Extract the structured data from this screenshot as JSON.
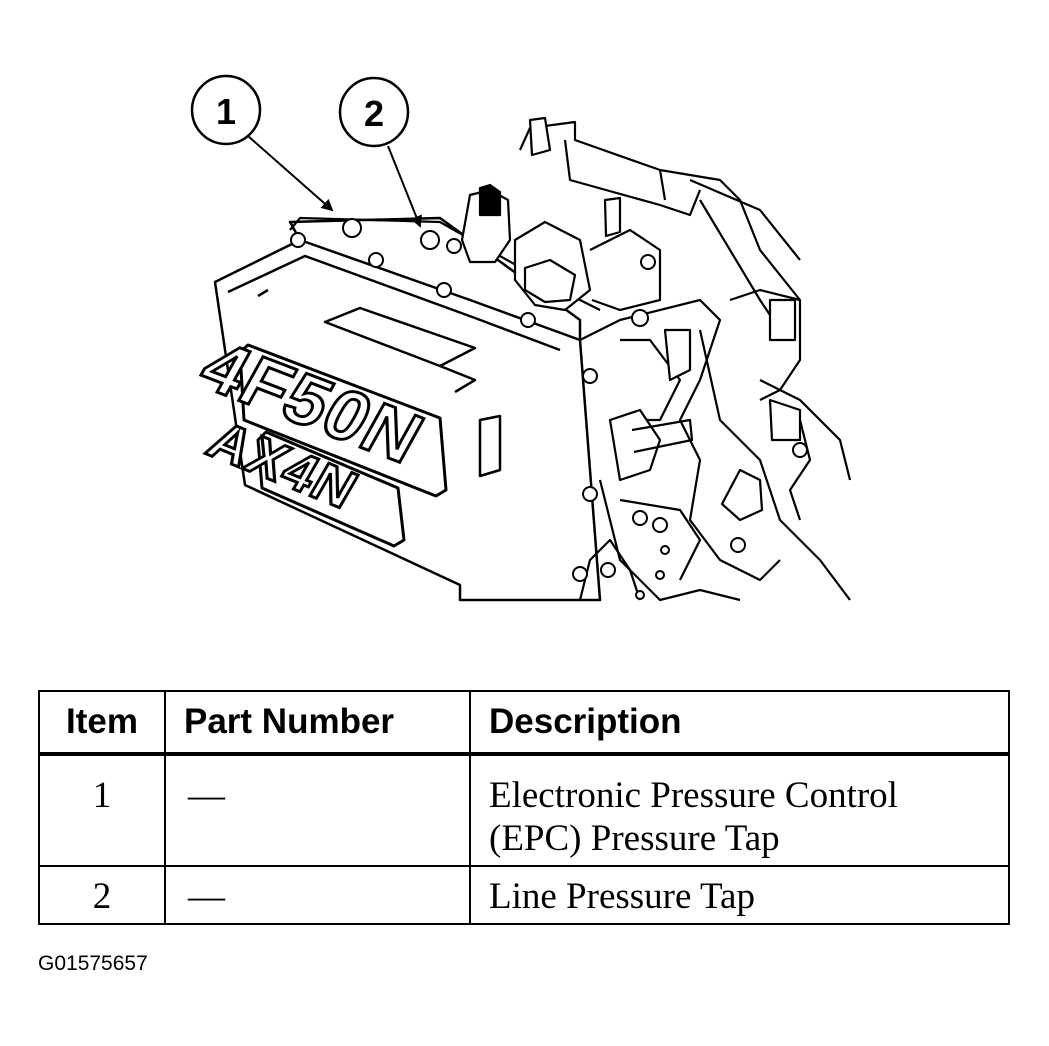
{
  "callouts": [
    {
      "number": "1"
    },
    {
      "number": "2"
    }
  ],
  "casting_text": {
    "model_primary": "4F50N",
    "model_secondary": "AX4N"
  },
  "table": {
    "headers": {
      "item": "Item",
      "part_number": "Part Number",
      "description": "Description"
    },
    "rows": [
      {
        "item": "1",
        "part_number": "—",
        "description_line1": "Electronic Pressure Control",
        "description_line2": "(EPC) Pressure Tap"
      },
      {
        "item": "2",
        "part_number": "—",
        "description_line1": "Line Pressure Tap"
      }
    ]
  },
  "figure_id": "G01575657",
  "colors": {
    "ink": "#000000",
    "paper": "#ffffff"
  }
}
